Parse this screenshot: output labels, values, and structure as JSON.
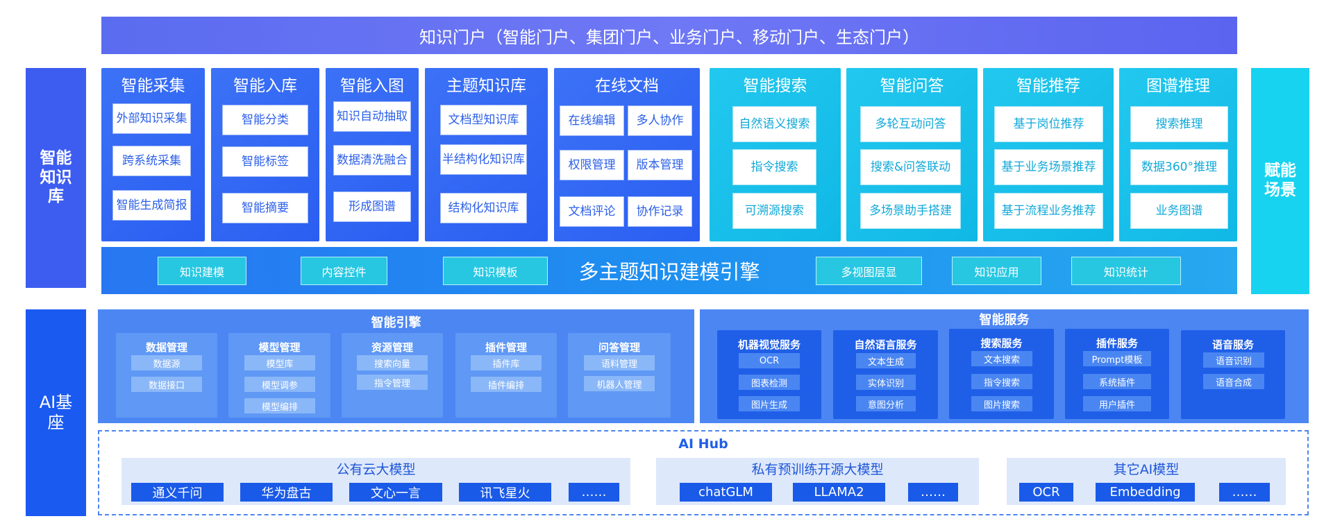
{
  "portal": {
    "title": "知识门户（智能门户、集团门户、业务门户、移动门户、生态门户）"
  },
  "side": {
    "knowledge_base": "智能知识库",
    "empower": "赋能场景",
    "ai_base": "AI基座"
  },
  "modules": [
    {
      "title": "智能采集",
      "items": [
        "外部知识采集",
        "跨系统采集",
        "智能生成简报"
      ]
    },
    {
      "title": "智能入库",
      "items": [
        "智能分类",
        "智能标签",
        "智能摘要"
      ]
    },
    {
      "title": "智能入图",
      "items": [
        "知识自动抽取",
        "数据清洗融合",
        "形成图谱"
      ]
    },
    {
      "title": "主题知识库",
      "items": [
        "文档型知识库",
        "半结构化知识库",
        "结构化知识库"
      ]
    },
    {
      "title": "在线文档",
      "items": [
        "在线编辑",
        "多人协作",
        "权限管理",
        "版本管理",
        "文档评论",
        "协作记录"
      ]
    },
    {
      "title": "智能搜索",
      "items": [
        "自然语义搜索",
        "指令搜索",
        "可溯源搜索"
      ]
    },
    {
      "title": "智能问答",
      "items": [
        "多轮互动问答",
        "搜索&问答联动",
        "多场景助手搭建"
      ]
    },
    {
      "title": "智能推荐",
      "items": [
        "基于岗位推荐",
        "基于业务场景推荐",
        "基于流程业务推荐"
      ]
    },
    {
      "title": "图谱推理",
      "items": [
        "搜索推理",
        "数据360°推理",
        "业务图谱"
      ]
    }
  ],
  "engine": {
    "title": "多主题知识建模引擎",
    "chips": [
      "知识建模",
      "内容控件",
      "知识模板",
      "多视图层显",
      "知识应用",
      "知识统计"
    ]
  },
  "ai_engine": {
    "title": "智能引擎",
    "groups": [
      {
        "title": "数据管理",
        "items": [
          "数据源",
          "数据接口"
        ]
      },
      {
        "title": "模型管理",
        "items": [
          "模型库",
          "模型调参",
          "模型编排"
        ]
      },
      {
        "title": "资源管理",
        "items": [
          "搜索向量",
          "指令管理"
        ]
      },
      {
        "title": "插件管理",
        "items": [
          "插件库",
          "插件编排"
        ]
      },
      {
        "title": "问答管理",
        "items": [
          "语料管理",
          "机器人管理"
        ]
      }
    ]
  },
  "ai_service": {
    "title": "智能服务",
    "groups": [
      {
        "title": "机器视觉服务",
        "items": [
          "OCR",
          "图表检测",
          "图片生成"
        ]
      },
      {
        "title": "自然语言服务",
        "items": [
          "文本生成",
          "实体识别",
          "意图分析"
        ]
      },
      {
        "title": "搜索服务",
        "items": [
          "文本搜索",
          "指令搜索",
          "图片搜索"
        ]
      },
      {
        "title": "插件服务",
        "items": [
          "Prompt模板",
          "系统插件",
          "用户插件"
        ]
      },
      {
        "title": "语音服务",
        "items": [
          "语音识别",
          "语音合成"
        ]
      }
    ]
  },
  "ai_hub": {
    "title": "AI Hub",
    "groups": [
      {
        "title": "公有云大模型",
        "items": [
          "通义千问",
          "华为盘古",
          "文心一言",
          "讯飞星火",
          "……"
        ]
      },
      {
        "title": "私有预训练开源大模型",
        "items": [
          "chatGLM",
          "LLAMA2",
          "……"
        ]
      },
      {
        "title": "其它AI模型",
        "items": [
          "OCR",
          "Embedding",
          "……"
        ]
      }
    ]
  },
  "colors": {
    "portal": "#5b6cf0",
    "blue_module": "#3c72f6",
    "cyan_module": "#1ec2ec",
    "engine": "#2283f1",
    "hub_border": "#4d86ee"
  }
}
